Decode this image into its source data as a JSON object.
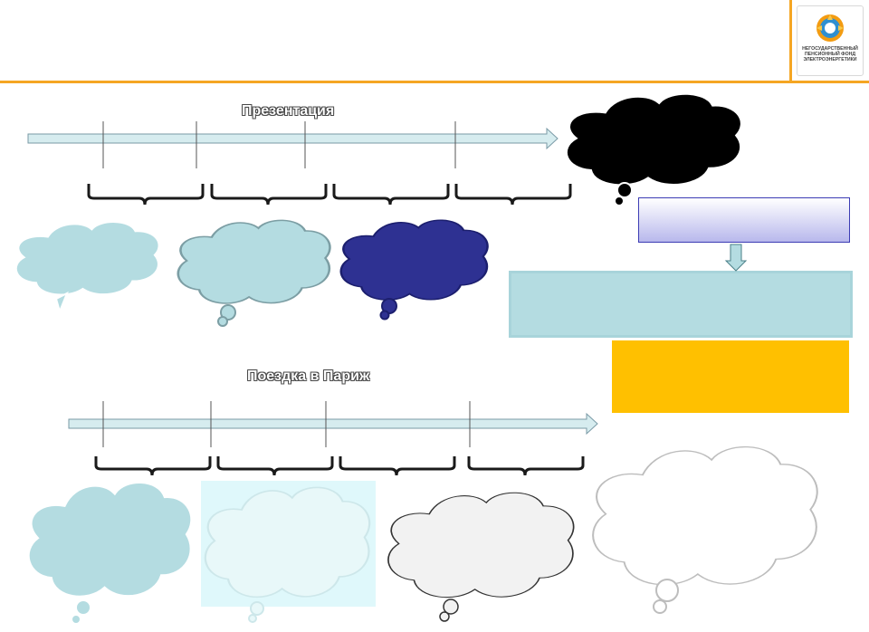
{
  "logo": {
    "icon": "sun-gear-icon",
    "lines": [
      "НЕГОСУДАРСТВЕННЫЙ",
      "ПЕНСИОННЫЙ ФОНД",
      "ЭЛЕКТРОЭНЕРГЕТИКИ"
    ]
  },
  "sections": {
    "presentation": {
      "title": "Презентация"
    },
    "trip": {
      "title": "Поездка в Париж"
    }
  },
  "colors": {
    "accent_line": "#f5a623",
    "arrow_fill": "#d6ecef",
    "cloud_light_blue": "#b4dce1",
    "cloud_navy": "#2e3192",
    "cloud_black": "#000000",
    "cloud_pale": "#e8f8f9",
    "cloud_grey": "#f2f2f2",
    "box_lavender": "#c8c8f0",
    "box_light_blue": "#b4dce1",
    "box_yellow": "#ffc000"
  }
}
